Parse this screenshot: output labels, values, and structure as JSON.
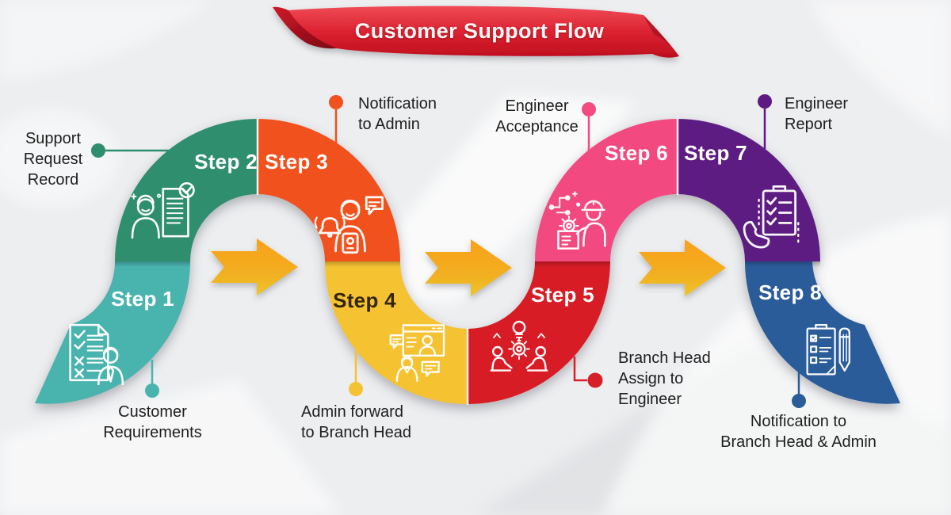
{
  "title": {
    "text": "Customer Support Flow",
    "ribbon_color": "#D8222F"
  },
  "steps": [
    {
      "label": "Step 1",
      "color": "#49B3AE",
      "icon": "customer-requirements-icon",
      "annotation": "Customer Requirements",
      "lines": [
        "Customer",
        "Requirements"
      ]
    },
    {
      "label": "Step 2",
      "color": "#2E8E6D",
      "icon": "support-request-record-icon",
      "annotation": "Support Request Record",
      "lines": [
        "Support",
        "Request",
        "Record"
      ]
    },
    {
      "label": "Step 3",
      "color": "#F1511C",
      "icon": "notification-to-admin-icon",
      "annotation": "Notification to Admin",
      "lines": [
        "Notification",
        "to Admin"
      ]
    },
    {
      "label": "Step 4",
      "color": "#F5C233",
      "icon": "admin-forward-icon",
      "annotation": "Admin forward to Branch Head",
      "lines": [
        "Admin forward",
        "to Branch Head"
      ]
    },
    {
      "label": "Step 5",
      "color": "#D71F27",
      "icon": "branch-head-assign-icon",
      "annotation": "Branch Head Assign to Engineer",
      "lines": [
        "Branch Head",
        "Assign to",
        "Engineer"
      ]
    },
    {
      "label": "Step 6",
      "color": "#F34A81",
      "icon": "engineer-acceptance-icon",
      "annotation": "Engineer Acceptance",
      "lines": [
        "Engineer",
        "Acceptance"
      ]
    },
    {
      "label": "Step 7",
      "color": "#5D1A82",
      "icon": "engineer-report-icon",
      "annotation": "Engineer Report",
      "lines": [
        "Engineer",
        "Report"
      ]
    },
    {
      "label": "Step 8",
      "color": "#2A5C9A",
      "icon": "notification-branch-head-admin-icon",
      "annotation": "Notification to Branch Head & Admin",
      "lines": [
        "Notification to",
        "Branch Head & Admin"
      ]
    }
  ],
  "colors": {
    "background": "#EDEEF0",
    "arrow": "#F9A11C",
    "arrow_bottom": "#EDC62A",
    "text": "#1E1E1E",
    "step_label": "#FFFFFF",
    "step4_label": "#332508"
  }
}
